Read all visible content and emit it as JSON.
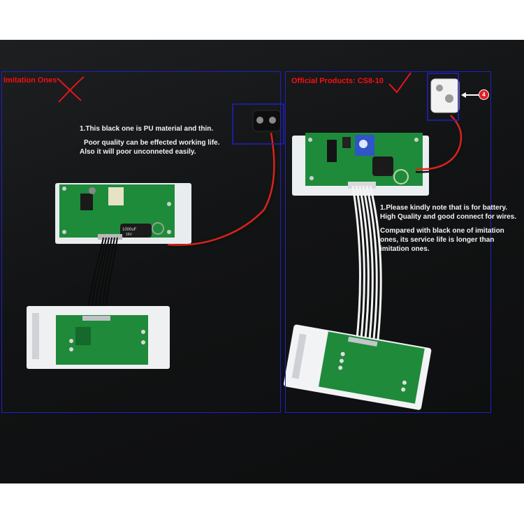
{
  "left_panel": {
    "title": "Imitation Ones",
    "note_line1": "1.This black one is PU material and thin.",
    "note_line2": "Poor quality can be effected working life.",
    "note_line3": "Also it will poor unconneted easily.",
    "capacitor_text_1": "1000uF",
    "capacitor_text_2": "16V"
  },
  "right_panel": {
    "title": "Official Products: CS8-10",
    "badge_number": "4",
    "note_para1": "1.Please kindly note that is for battery. High Quality and good connect for wires.",
    "note_para2": "Compared with black one of imitation ones, its service life is longer than imitation ones."
  },
  "colors": {
    "frame": "#2020c8",
    "label": "#e3161c",
    "pcb": "#1f8a3a",
    "wire_red": "#d9221c",
    "wire_black": "#111111"
  }
}
